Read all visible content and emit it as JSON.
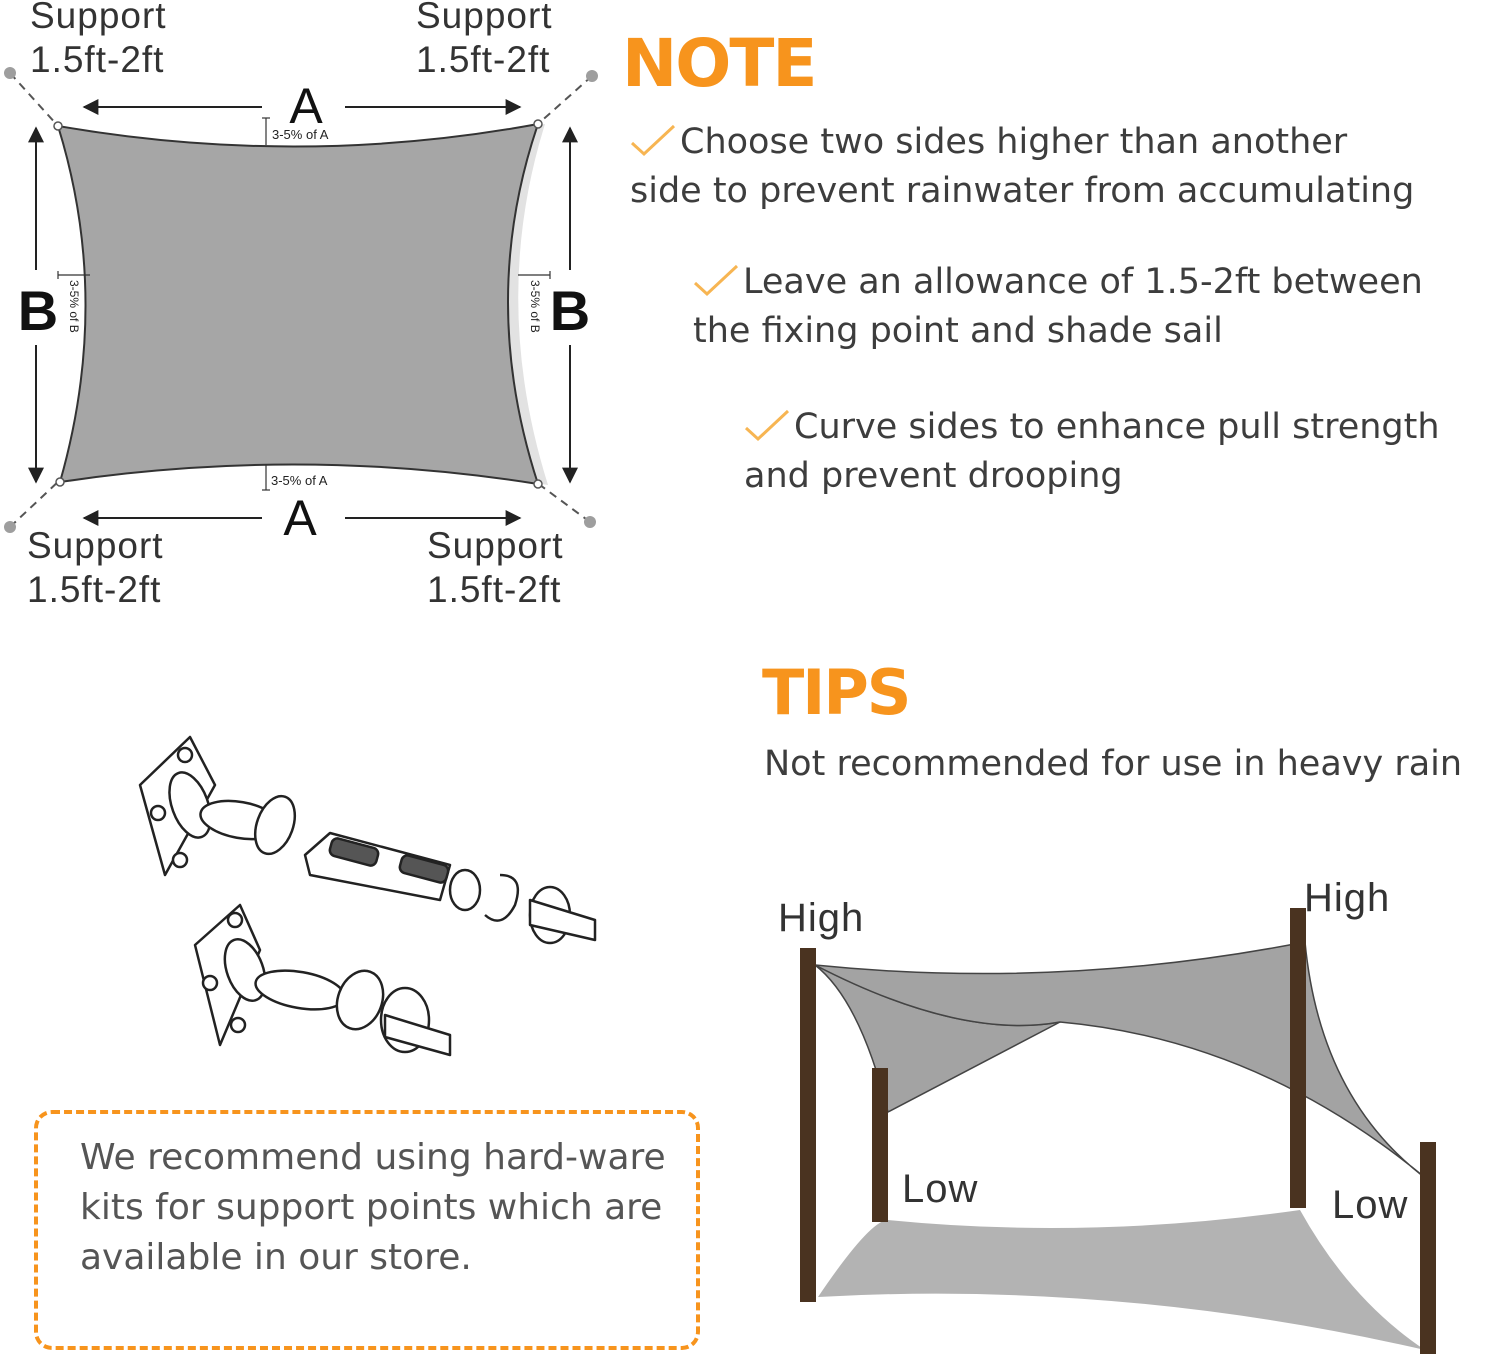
{
  "diagram": {
    "supports": [
      {
        "title": "Support",
        "size": "1.5ft-2ft"
      },
      {
        "title": "Support",
        "size": "1.5ft-2ft"
      },
      {
        "title": "Support",
        "size": "1.5ft-2ft"
      },
      {
        "title": "Support",
        "size": "1.5ft-2ft"
      }
    ],
    "side_a": "A",
    "side_b": "B",
    "curve_a": "3-5% of A",
    "curve_b": "3-5% of B",
    "sail_color": "#a6a6a6"
  },
  "note": {
    "heading": "NOTE",
    "items": [
      {
        "line1": "Choose two sides higher than another",
        "line2": "side to prevent rainwater from accumulating"
      },
      {
        "line1": "Leave an allowance of 1.5-2ft between",
        "line2": "the fixing point and shade sail"
      },
      {
        "line1": "Curve sides to enhance pull strength",
        "line2": "and prevent drooping"
      }
    ],
    "check_icon": "check-icon"
  },
  "tips": {
    "heading": "TIPS",
    "text": "Not recommended for use in heavy rain"
  },
  "hardware_box": {
    "text": "We recommend using hard-ware kits for support points which are available in our store."
  },
  "install": {
    "high": "High",
    "low": "Low",
    "post_color": "#4a3320"
  },
  "accent_color": "#f7941d"
}
